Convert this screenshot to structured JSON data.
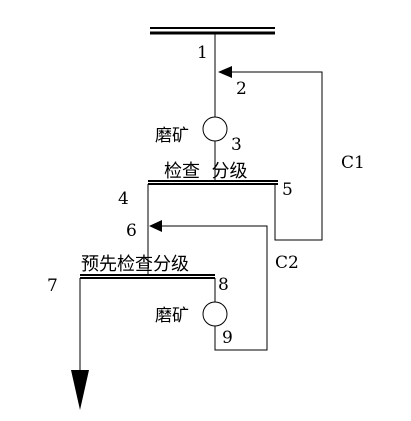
{
  "diagram": {
    "stream_labels": {
      "s1": "1",
      "s2": "2",
      "s3": "3",
      "s4": "4",
      "s5": "5",
      "s6": "6",
      "s7": "7",
      "s8": "8",
      "s9": "9"
    },
    "loop_labels": {
      "c1": "C1",
      "c2": "C2"
    },
    "units": {
      "grinding_1": "磨矿",
      "grinding_2": "磨矿",
      "check_classification": "检查  分级",
      "pre_check_classification": "预先检查分级"
    }
  }
}
